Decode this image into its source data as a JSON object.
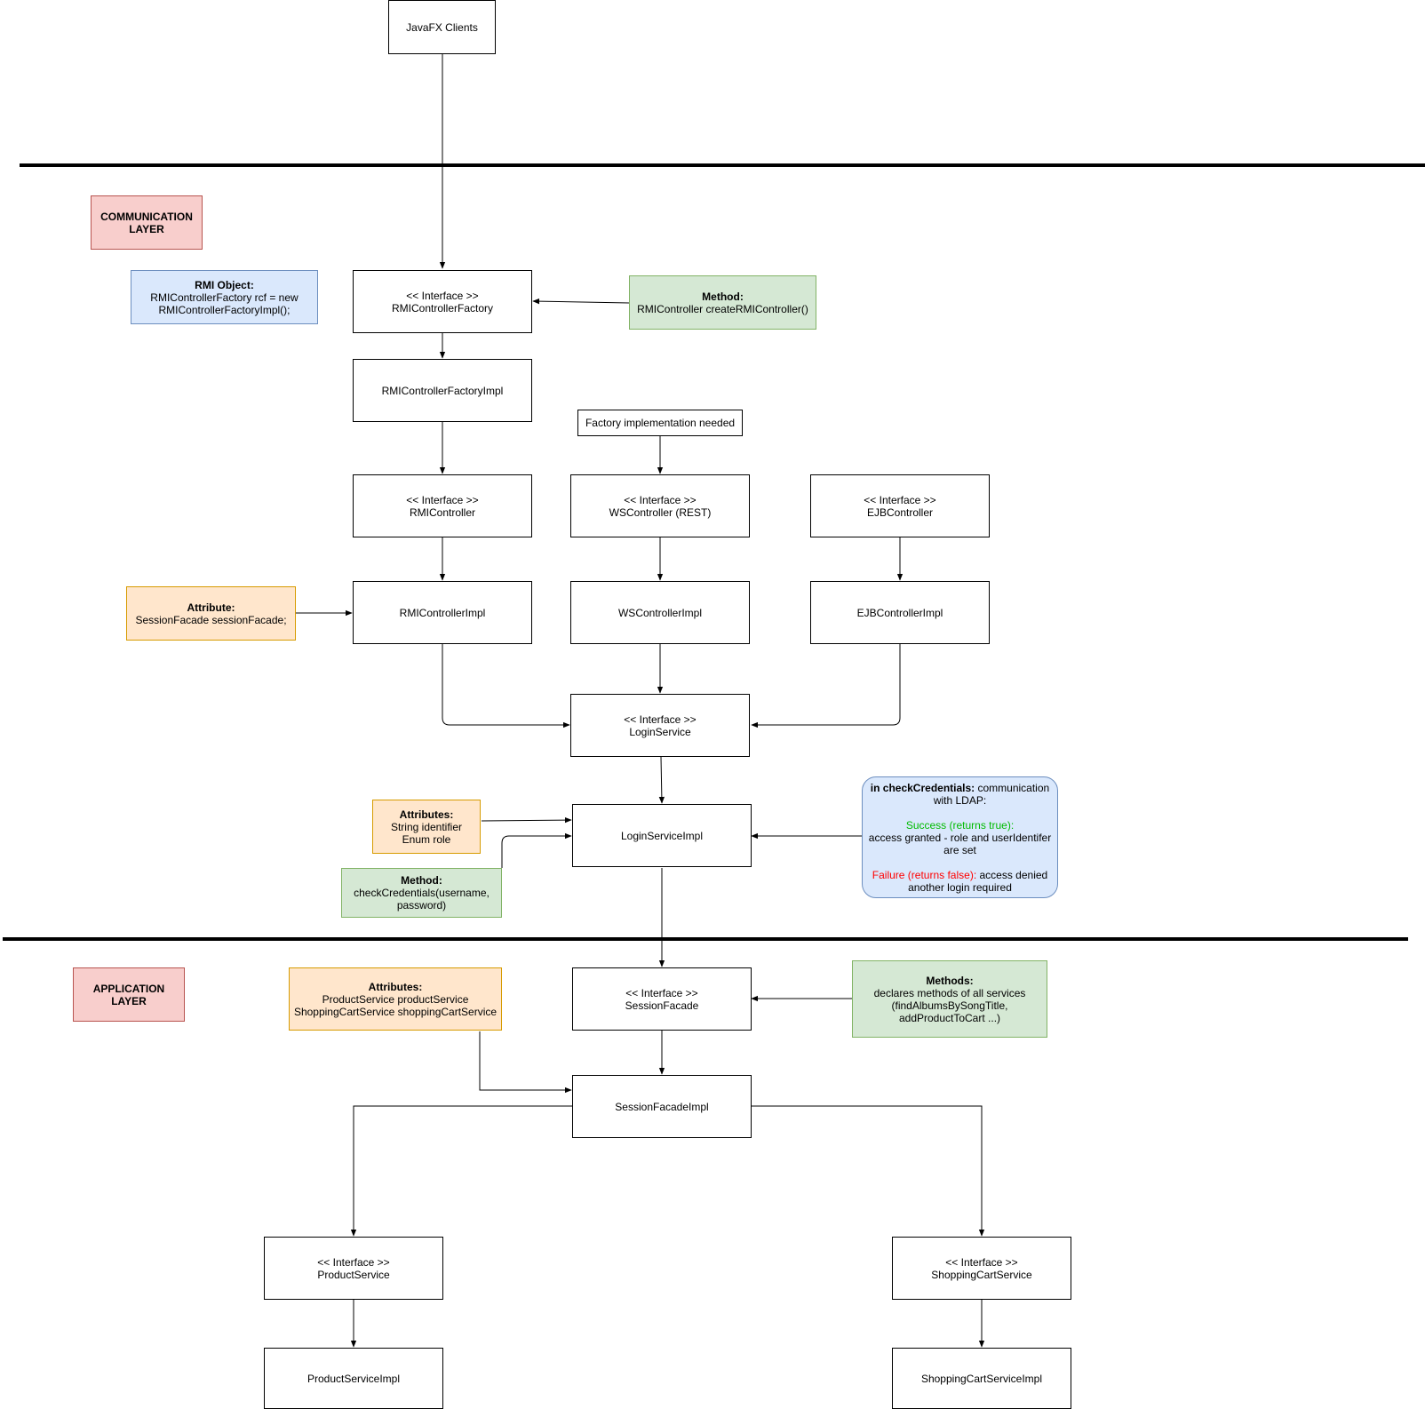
{
  "layers": {
    "communication": [
      "COMMUNICATION",
      "LAYER"
    ],
    "application": [
      "APPLICATION",
      "LAYER"
    ]
  },
  "nodes": {
    "javafx_clients": "JavaFX Clients",
    "rmi_controller_factory": [
      "<< Interface >>",
      "RMIControllerFactory"
    ],
    "rmi_controller_factory_impl": "RMIControllerFactoryImpl",
    "factory_needed": "Factory implementation needed",
    "rmi_controller": [
      "<< Interface >>",
      "RMIController"
    ],
    "ws_controller": [
      "<< Interface >>",
      "WSController (REST)"
    ],
    "ejb_controller": [
      "<< Interface >>",
      "EJBController"
    ],
    "rmi_controller_impl": "RMIControllerImpl",
    "ws_controller_impl": "WSControllerImpl",
    "ejb_controller_impl": "EJBControllerImpl",
    "login_service": [
      "<< Interface >>",
      "LoginService"
    ],
    "login_service_impl": "LoginServiceImpl",
    "session_facade": [
      "<< Interface >>",
      "SessionFacade"
    ],
    "session_facade_impl": "SessionFacadeImpl",
    "product_service": [
      "<< Interface >>",
      "ProductService"
    ],
    "shopping_cart_service": [
      "<< Interface >>",
      "ShoppingCartService"
    ],
    "product_service_impl": "ProductServiceImpl",
    "shopping_cart_service_impl": "ShoppingCartServiceImpl"
  },
  "notes": {
    "rmi_object": {
      "title": "RMI Object:",
      "lines": [
        "RMIControllerFactory rcf = new",
        "RMIControllerFactoryImpl();"
      ]
    },
    "create_method": {
      "title": "Method:",
      "lines": [
        "RMIController createRMIController()"
      ]
    },
    "session_attr": {
      "title": "Attribute:",
      "lines": [
        "SessionFacade sessionFacade;"
      ]
    },
    "login_attrs": {
      "title": "Attributes:",
      "lines": [
        "String identifier",
        "Enum role"
      ]
    },
    "check_method": {
      "title": "Method:",
      "lines": [
        "checkCredentials(username,",
        "password)"
      ]
    },
    "check_credentials": {
      "title": "in checkCredentials:",
      "title_rest": " communication",
      "line2": "with LDAP:",
      "success": "Success (returns true):",
      "success_lines": [
        "access granted - role and userIdentifer",
        "are set"
      ],
      "failure": "Failure (returns false):",
      "failure_rest": " access denied",
      "failure_line2": "another login required"
    },
    "facade_attrs": {
      "title": "Attributes:",
      "lines": [
        "ProductService productService",
        "ShoppingCartService shoppingCartService"
      ]
    },
    "facade_methods": {
      "title": "Methods:",
      "lines": [
        "declares methods of all services",
        "(findAlbumsBySongTitle,",
        "addProductToCart ...)"
      ]
    }
  },
  "colors": {
    "layer_fill": "#f8cecc",
    "blue_fill": "#dae8fc",
    "green_fill": "#d5e8d4",
    "orange_fill": "#ffe6cc",
    "success": "#00bb00",
    "failure": "#ff0000"
  }
}
